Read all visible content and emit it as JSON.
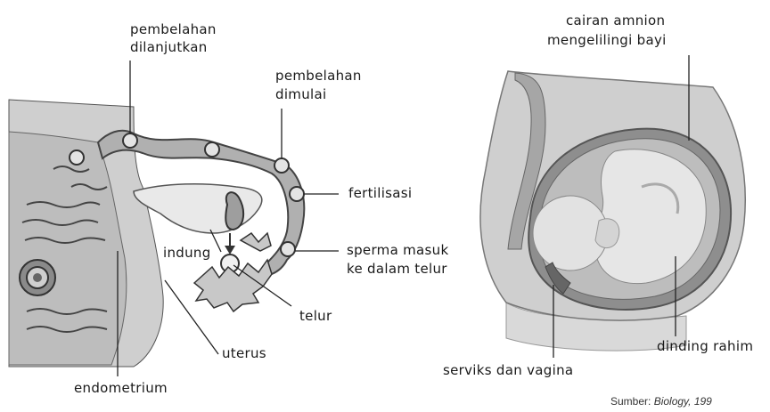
{
  "left_diagram": {
    "labels": {
      "cleavage_continued": [
        "pembelahan",
        "dilanjutkan"
      ],
      "cleavage_begins": [
        "pembelahan",
        "dimulai"
      ],
      "fertilization": "fertilisasi",
      "sperm_enters": [
        "sperma masuk",
        "ke dalam telur"
      ],
      "ovary": "indung",
      "egg": "telur",
      "uterus": "uterus",
      "endometrium": "endometrium"
    }
  },
  "right_diagram": {
    "labels": {
      "amniotic_fluid": [
        "cairan amnion",
        "mengelilingi bayi"
      ],
      "uterine_wall": "dinding rahim",
      "cervix_vagina": "serviks dan vagina"
    }
  },
  "source": {
    "prefix": "Sumber:",
    "title": "Biology, 199"
  }
}
